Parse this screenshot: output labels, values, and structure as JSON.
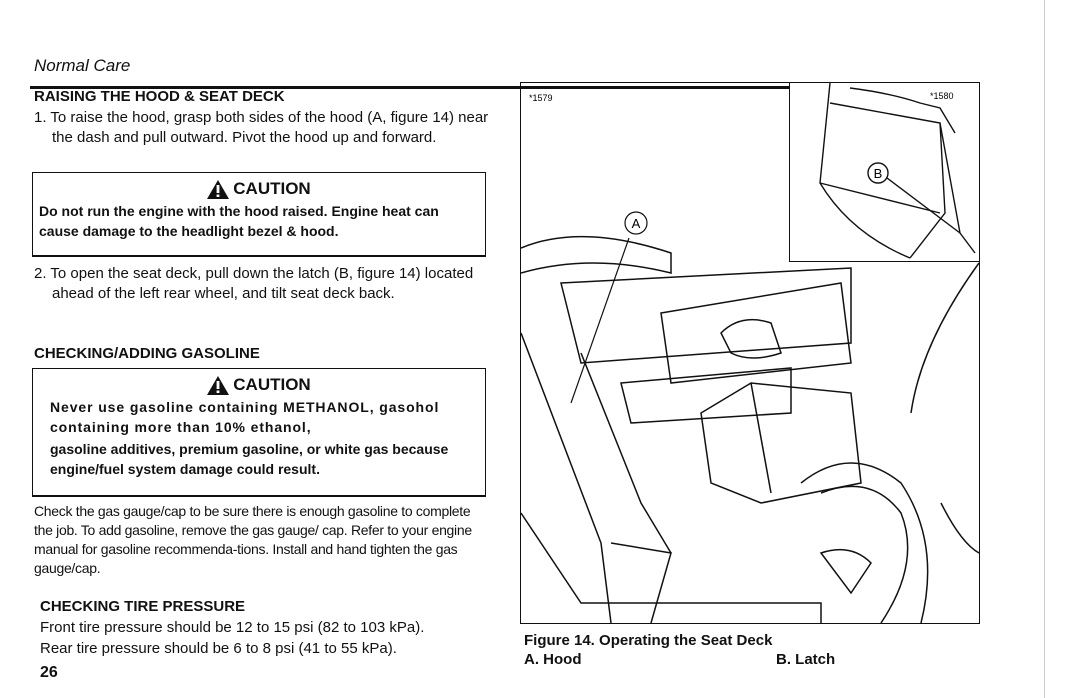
{
  "header": {
    "section": "Normal Care"
  },
  "raising": {
    "heading": "RAISING THE HOOD & SEAT DECK",
    "step1": "1. To raise the hood, grasp both sides of the hood (A, figure 14) near the dash and pull outward. Pivot the hood up and forward.",
    "step2": "2. To open the seat deck, pull down the latch (B, figure 14) located ahead of the left rear wheel, and tilt seat deck back."
  },
  "caution1": {
    "title": "CAUTION",
    "text": "Do not run the engine with the hood raised. Engine heat can cause damage to the headlight bezel & hood."
  },
  "gasoline": {
    "heading": "CHECKING/ADDING GASOLINE",
    "body": "Check the gas gauge/cap to be sure there is enough gasoline to complete the job. To add gasoline, remove the gas gauge/ cap. Refer to your engine manual for gasoline recommenda-tions. Install and hand tighten the gas gauge/cap."
  },
  "caution2": {
    "title": "CAUTION",
    "line1": "Never use gasoline containing METHANOL, gasohol containing more than 10% ethanol,",
    "line2": "gasoline additives, premium gasoline, or white gas because engine/fuel system damage could result."
  },
  "tire": {
    "heading": "CHECKING TIRE PRESSURE",
    "front": "Front tire pressure should be 12 to 15 psi (82 to 103 kPa).",
    "rear": "Rear tire pressure should be 6 to 8 psi (41 to 55 kPa)."
  },
  "page_number": "26",
  "figure": {
    "id_main": "*1579",
    "id_inset": "*1580",
    "callout_a": "A",
    "callout_b": "B",
    "caption": "Figure 14. Operating the Seat Deck",
    "legend_a": "A. Hood",
    "legend_b": "B. Latch"
  }
}
